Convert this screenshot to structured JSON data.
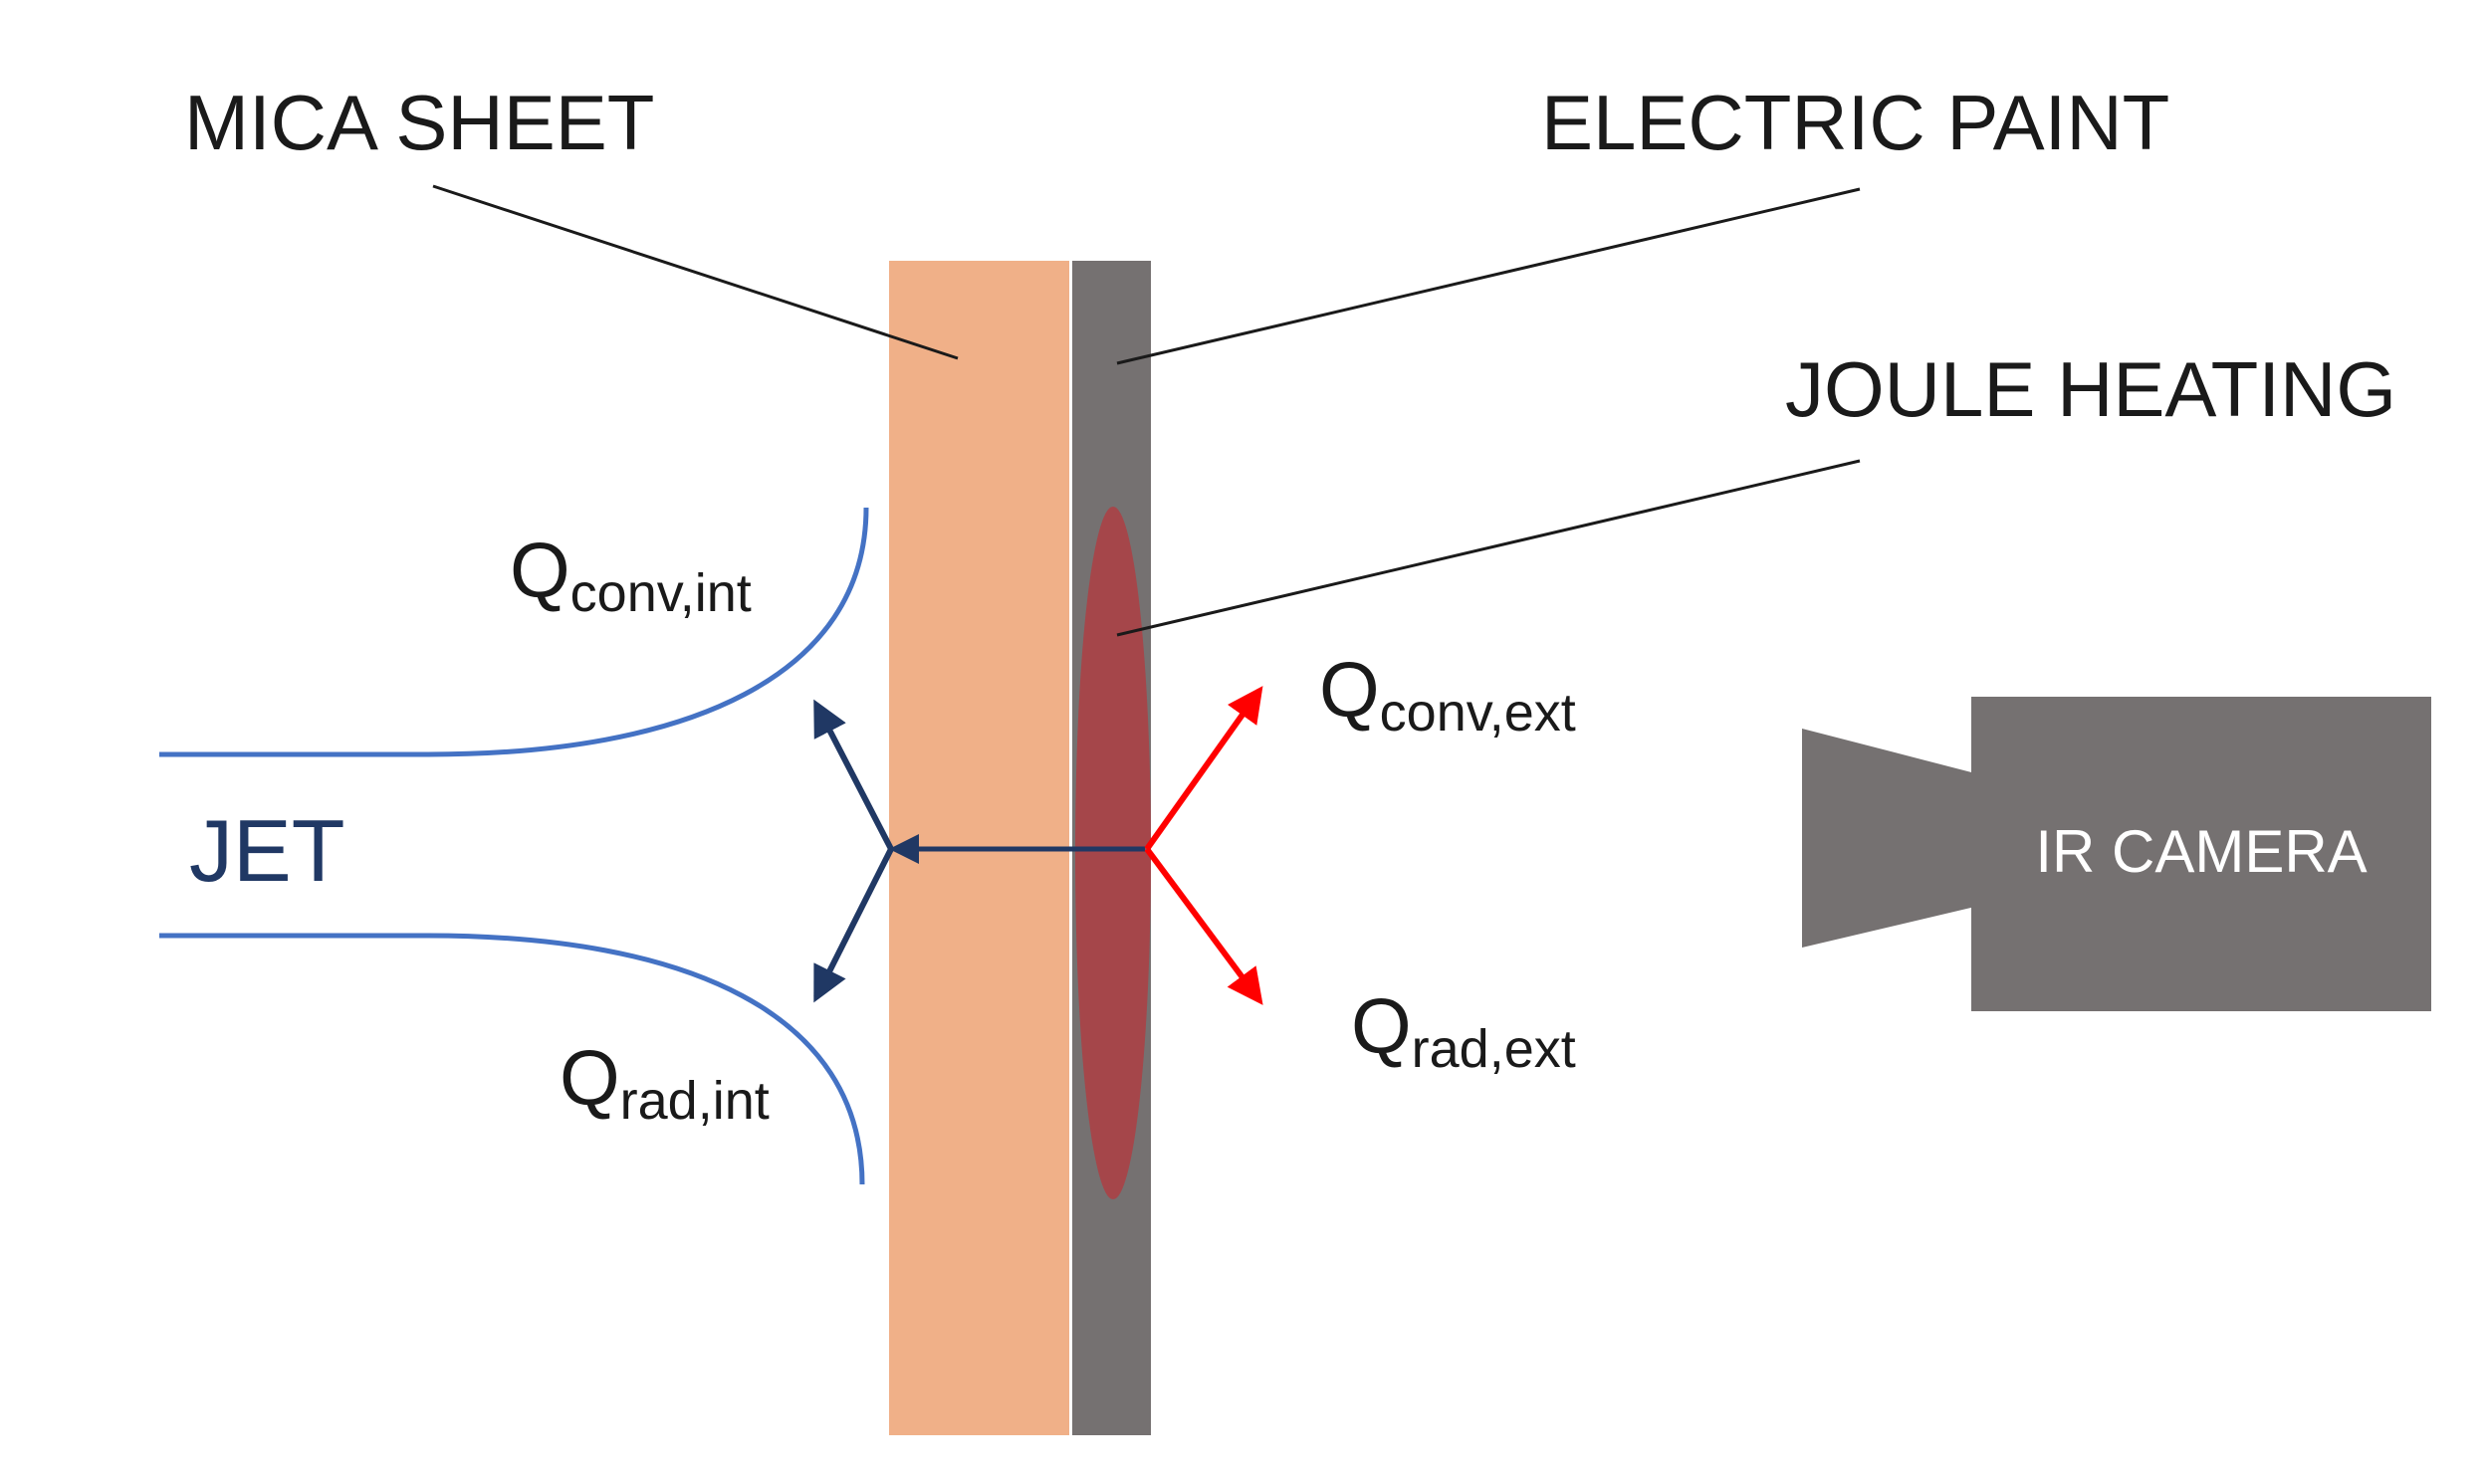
{
  "labels": {
    "mica_sheet": "MICA SHEET",
    "electric_paint": "ELECTRIC PAINT",
    "joule_heating": "JOULE HEATING",
    "jet": "JET",
    "ir_camera": "IR CAMERA"
  },
  "heat_fluxes": {
    "conv_int": {
      "main": "Q",
      "sub": "conv,int"
    },
    "rad_int": {
      "main": "Q",
      "sub": "rad,int"
    },
    "conv_ext": {
      "main": "Q",
      "sub": "conv,ext"
    },
    "rad_ext": {
      "main": "Q",
      "sub": "rad,ext"
    }
  },
  "colors": {
    "mica": "#f0b088",
    "paint": "#757171",
    "joule": "#a5464a",
    "jet": "#4472c4",
    "jet_text": "#203864",
    "internal_arrows": "#203864",
    "external_arrows": "#ff0000",
    "camera": "#757171",
    "camera_text": "#ffffff"
  }
}
